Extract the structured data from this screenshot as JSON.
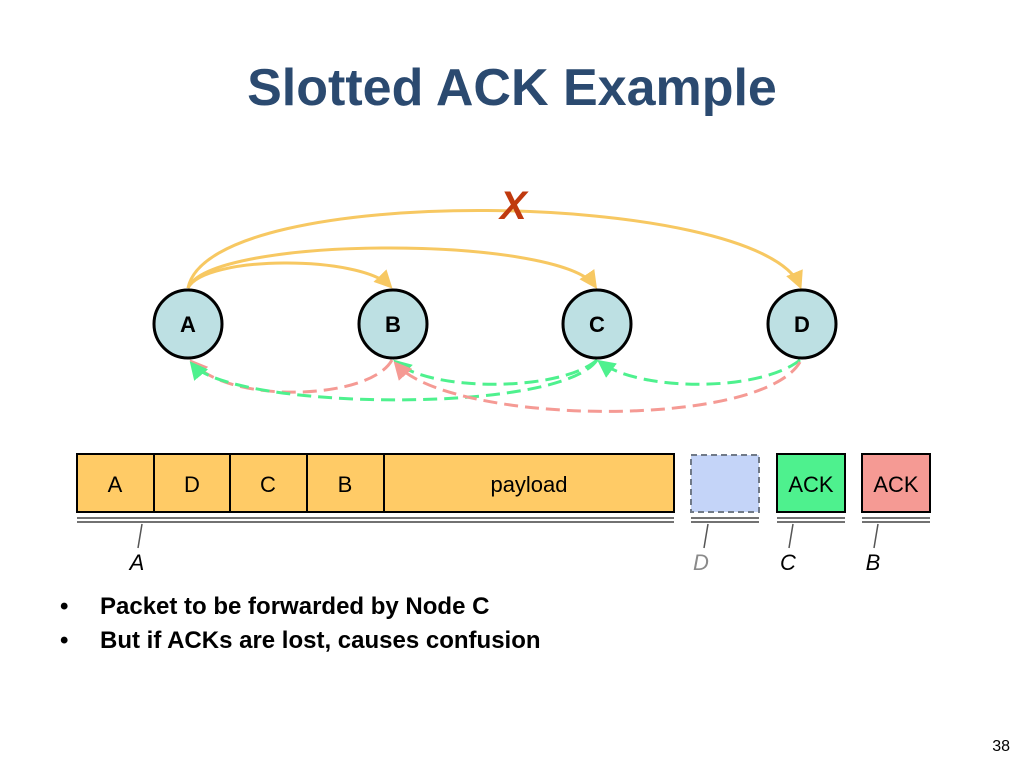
{
  "title": "Slotted ACK Example",
  "lost_mark": "X",
  "nodes": [
    "A",
    "B",
    "C",
    "D"
  ],
  "packet": {
    "header_fields": [
      "A",
      "D",
      "C",
      "B"
    ],
    "payload_label": "payload"
  },
  "ack_slots": [
    {
      "label": "",
      "slot_owner": "D",
      "state": "empty"
    },
    {
      "label": "ACK",
      "slot_owner": "C",
      "state": "received"
    },
    {
      "label": "ACK",
      "slot_owner": "B",
      "state": "received"
    }
  ],
  "packet_owner_label": "A",
  "bullets": [
    "Packet to be forwarded by Node C",
    "But if ACKs are lost, causes confusion"
  ],
  "page_number": "38",
  "colors": {
    "title": "#2b4a70",
    "node_fill": "#bde0e3",
    "packet_fill": "#ffcb66",
    "data_arrow": "#f7c862",
    "ack_c": "#4ef18e",
    "ack_b": "#f59a94",
    "empty_slot": "#c4d4f8",
    "lost_mark": "#c0390e"
  }
}
